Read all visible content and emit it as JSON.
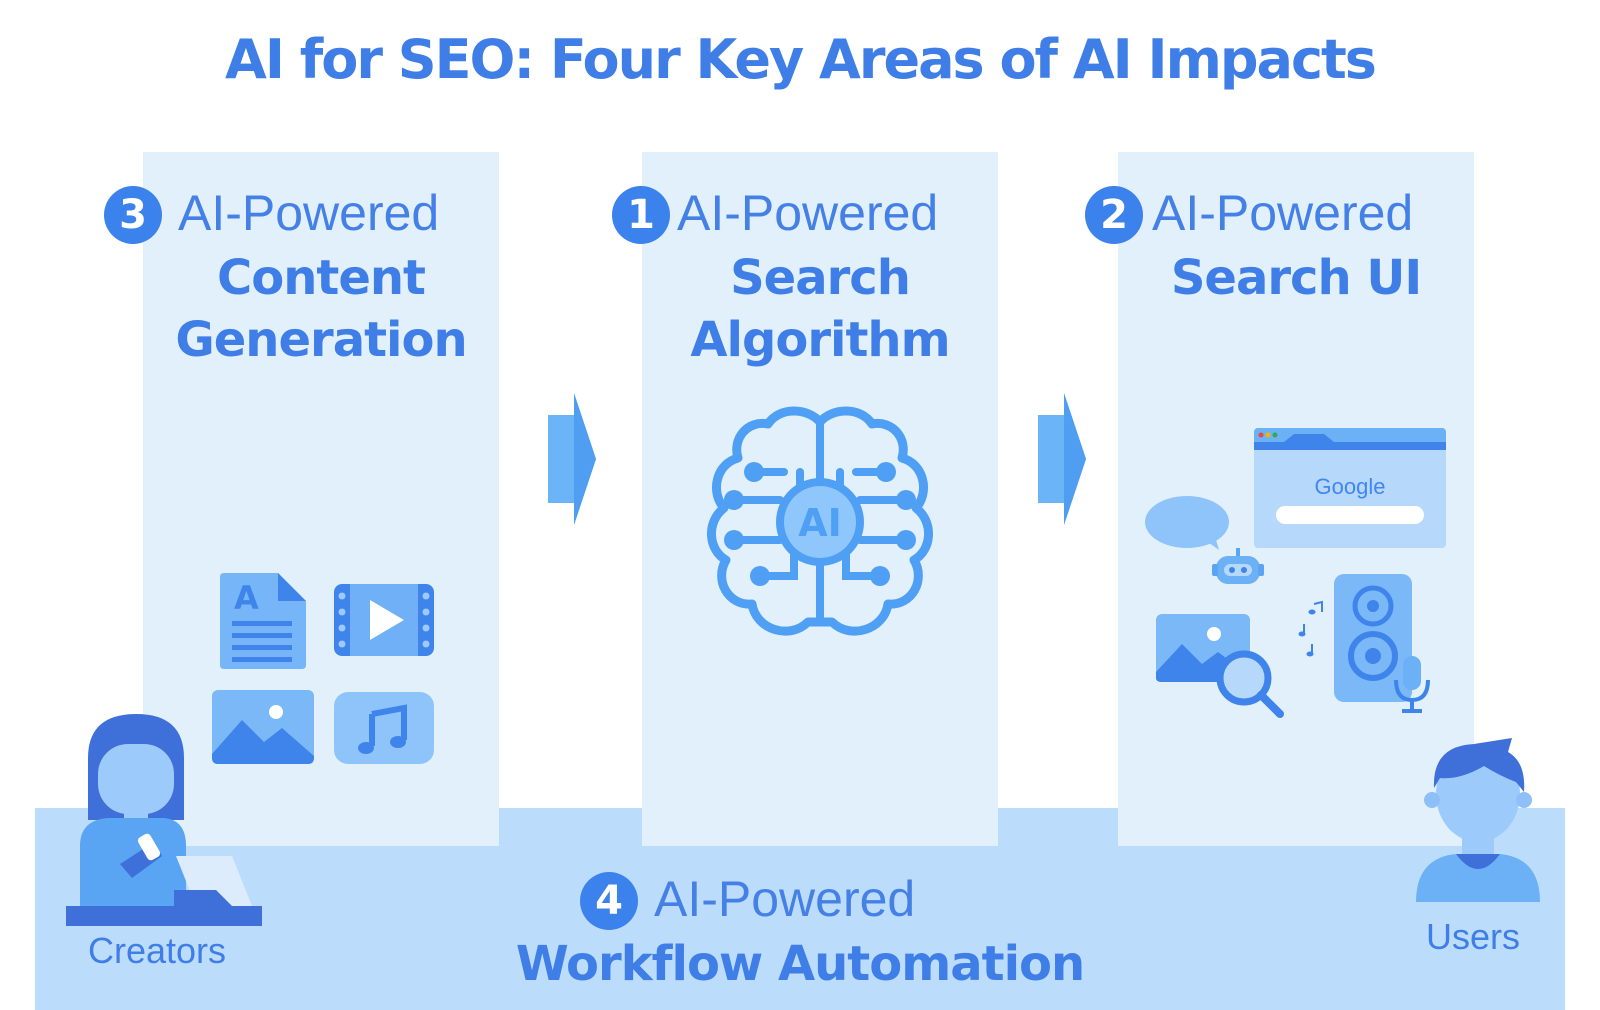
{
  "title": "AI for SEO: Four Key Areas of AI Impacts",
  "areas": {
    "content_generation": {
      "number": "3",
      "prefix": "AI-Powered",
      "line1": "Content",
      "line2": "Generation"
    },
    "search_algorithm": {
      "number": "1",
      "prefix": "AI-Powered",
      "line1": "Search",
      "line2": "Algorithm",
      "brain_label": "AI"
    },
    "search_ui": {
      "number": "2",
      "prefix": "AI-Powered",
      "line1": "Search UI",
      "browser_logo": "Google"
    },
    "workflow_automation": {
      "number": "4",
      "prefix": "AI-Powered",
      "line1": "Workflow Automation"
    }
  },
  "people": {
    "creators": "Creators",
    "users": "Users"
  },
  "icons": {
    "content": [
      "document-icon",
      "video-icon",
      "image-icon",
      "music-icon"
    ],
    "search_ui": [
      "chat-bubble-icon",
      "robot-icon",
      "browser-icon",
      "image-search-icon",
      "music-notes-icon",
      "speaker-icon",
      "microphone-icon"
    ]
  },
  "colors": {
    "primary": "#3f7ee6",
    "column_bg": "#e2f0fc",
    "band_bg": "#bcdcfc",
    "arrow": "#6cb4f8"
  }
}
